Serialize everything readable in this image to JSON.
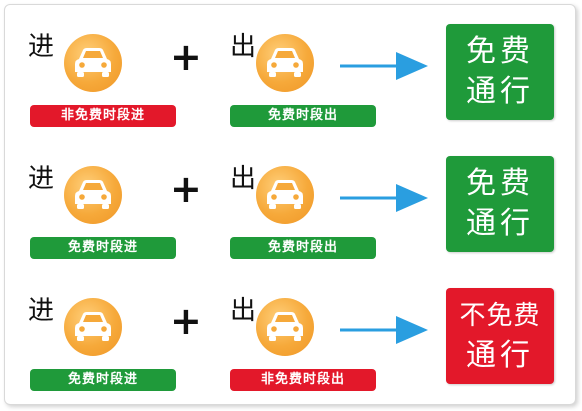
{
  "colors": {
    "green": "#1f9a3a",
    "red": "#e3182a",
    "arrow": "#2a9ee0",
    "car_circle": "#f6a93a"
  },
  "icons": {
    "car": "car-icon",
    "arrow": "arrow-right-icon",
    "plus": "plus-icon"
  },
  "rows": [
    {
      "in_char": "进",
      "out_char": "出",
      "plus": "+",
      "in_pill": "非免费时段进",
      "in_pill_color": "red",
      "out_pill": "免费时段出",
      "out_pill_color": "green",
      "result_line1": "免费",
      "result_line2": "通行",
      "result_color": "green"
    },
    {
      "in_char": "进",
      "out_char": "出",
      "plus": "+",
      "in_pill": "免费时段进",
      "in_pill_color": "green",
      "out_pill": "免费时段出",
      "out_pill_color": "green",
      "result_line1": "免费",
      "result_line2": "通行",
      "result_color": "green"
    },
    {
      "in_char": "进",
      "out_char": "出",
      "plus": "+",
      "in_pill": "免费时段进",
      "in_pill_color": "green",
      "out_pill": "非免费时段出",
      "out_pill_color": "red",
      "result_line1": "不免费",
      "result_line2": "通行",
      "result_color": "red"
    }
  ]
}
